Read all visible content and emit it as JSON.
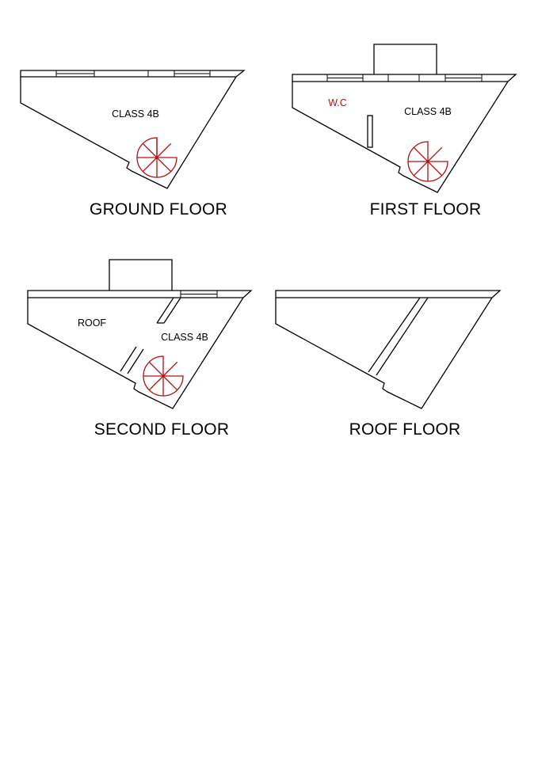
{
  "plans": {
    "ground": {
      "title": "GROUND FLOOR",
      "labels": {
        "class": "CLASS 4B"
      }
    },
    "first": {
      "title": "FIRST FLOOR",
      "labels": {
        "wc": "W.C",
        "class": "CLASS 4B"
      }
    },
    "second": {
      "title": "SECOND FLOOR",
      "labels": {
        "roof": "ROOF",
        "class": "CLASS 4B"
      }
    },
    "roof": {
      "title": "ROOF FLOOR"
    }
  },
  "colors": {
    "wall": "#000000",
    "staircase": "#b01010",
    "wc_label": "#b01010"
  },
  "icons": {
    "staircase": "spiral-staircase-icon"
  }
}
